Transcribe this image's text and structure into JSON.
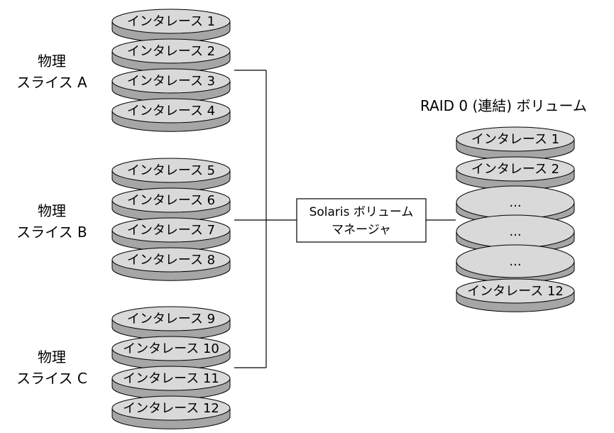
{
  "slices": [
    {
      "line1": "物理",
      "line2": "スライス A",
      "disks": [
        "インタレース 1",
        "インタレース 2",
        "インタレース 3",
        "インタレース 4"
      ]
    },
    {
      "line1": "物理",
      "line2": "スライス B",
      "disks": [
        "インタレース 5",
        "インタレース 6",
        "インタレース 7",
        "インタレース 8"
      ]
    },
    {
      "line1": "物理",
      "line2": "スライス C",
      "disks": [
        "インタレース 9",
        "インタレース 10",
        "インタレース 11",
        "インタレース 12"
      ]
    }
  ],
  "manager": {
    "line1": "Solaris ボリューム",
    "line2": "マネージャ"
  },
  "volume": {
    "title": "RAID 0 (連結) ボリューム",
    "disks": [
      "インタレース 1",
      "インタレース 2",
      "...",
      "...",
      "...",
      "インタレース 12"
    ]
  },
  "colors": {
    "disk_top": "#d9d9d9",
    "disk_side": "#a6a6a6",
    "stroke": "#000000"
  }
}
